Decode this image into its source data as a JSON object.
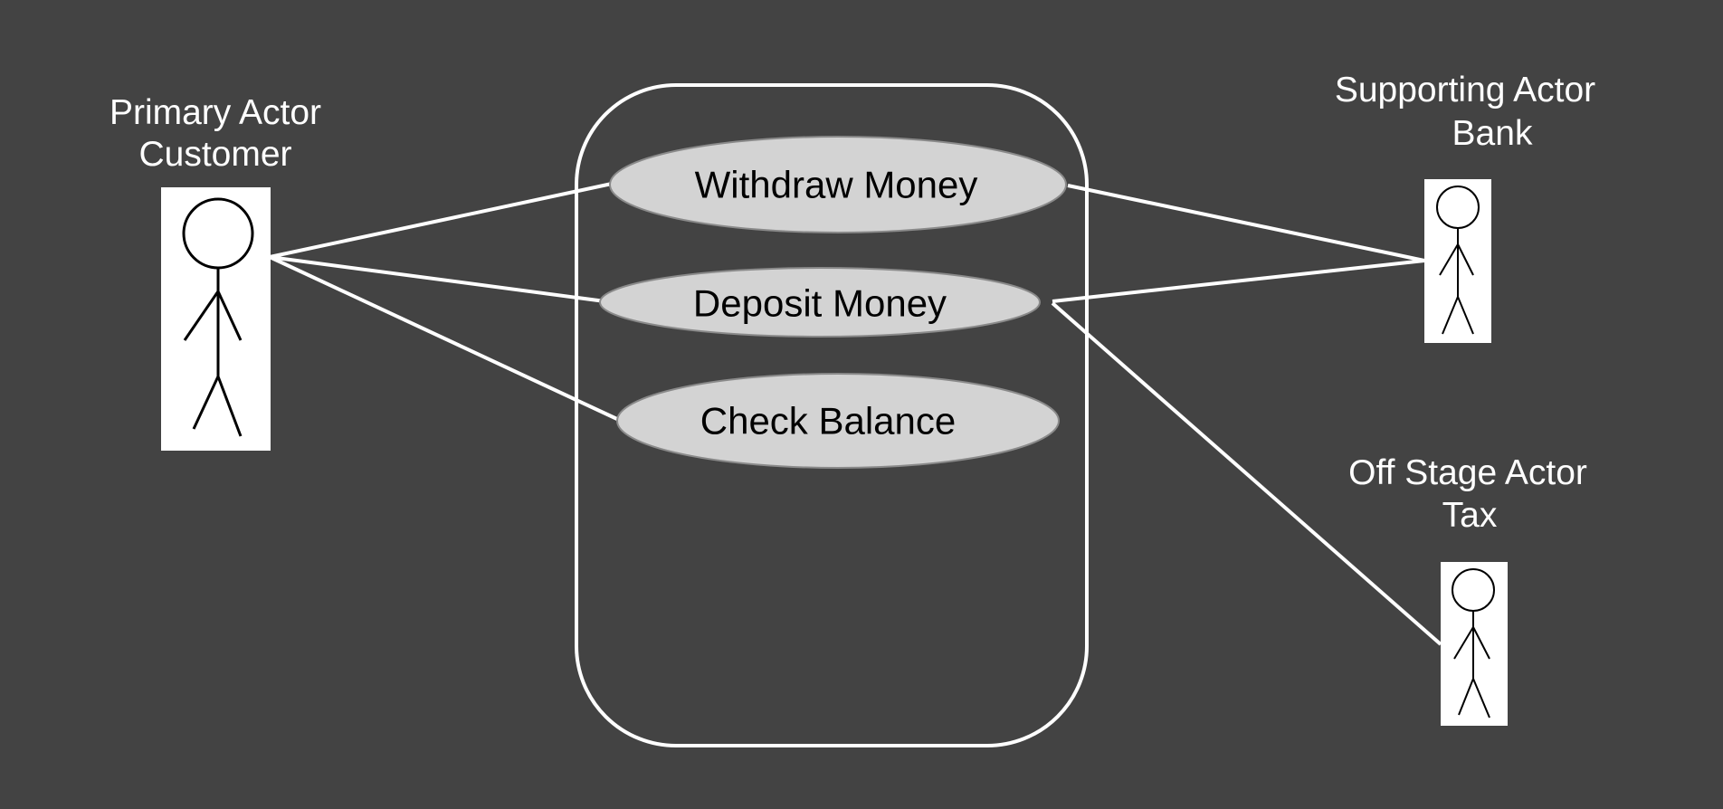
{
  "colors": {
    "background": "#434343",
    "lines": "#ffffff",
    "usecase_fill": "#d3d3d3",
    "actor_box": "#ffffff"
  },
  "actors": {
    "primary": {
      "line1": "Primary Actor",
      "line2": "Customer"
    },
    "supporting": {
      "line1": "Supporting Actor",
      "line2": "Bank"
    },
    "offstage": {
      "line1": "Off Stage Actor",
      "line2": "Tax"
    }
  },
  "use_cases": {
    "withdraw": "Withdraw Money",
    "deposit": "Deposit Money",
    "balance": "Check Balance"
  }
}
